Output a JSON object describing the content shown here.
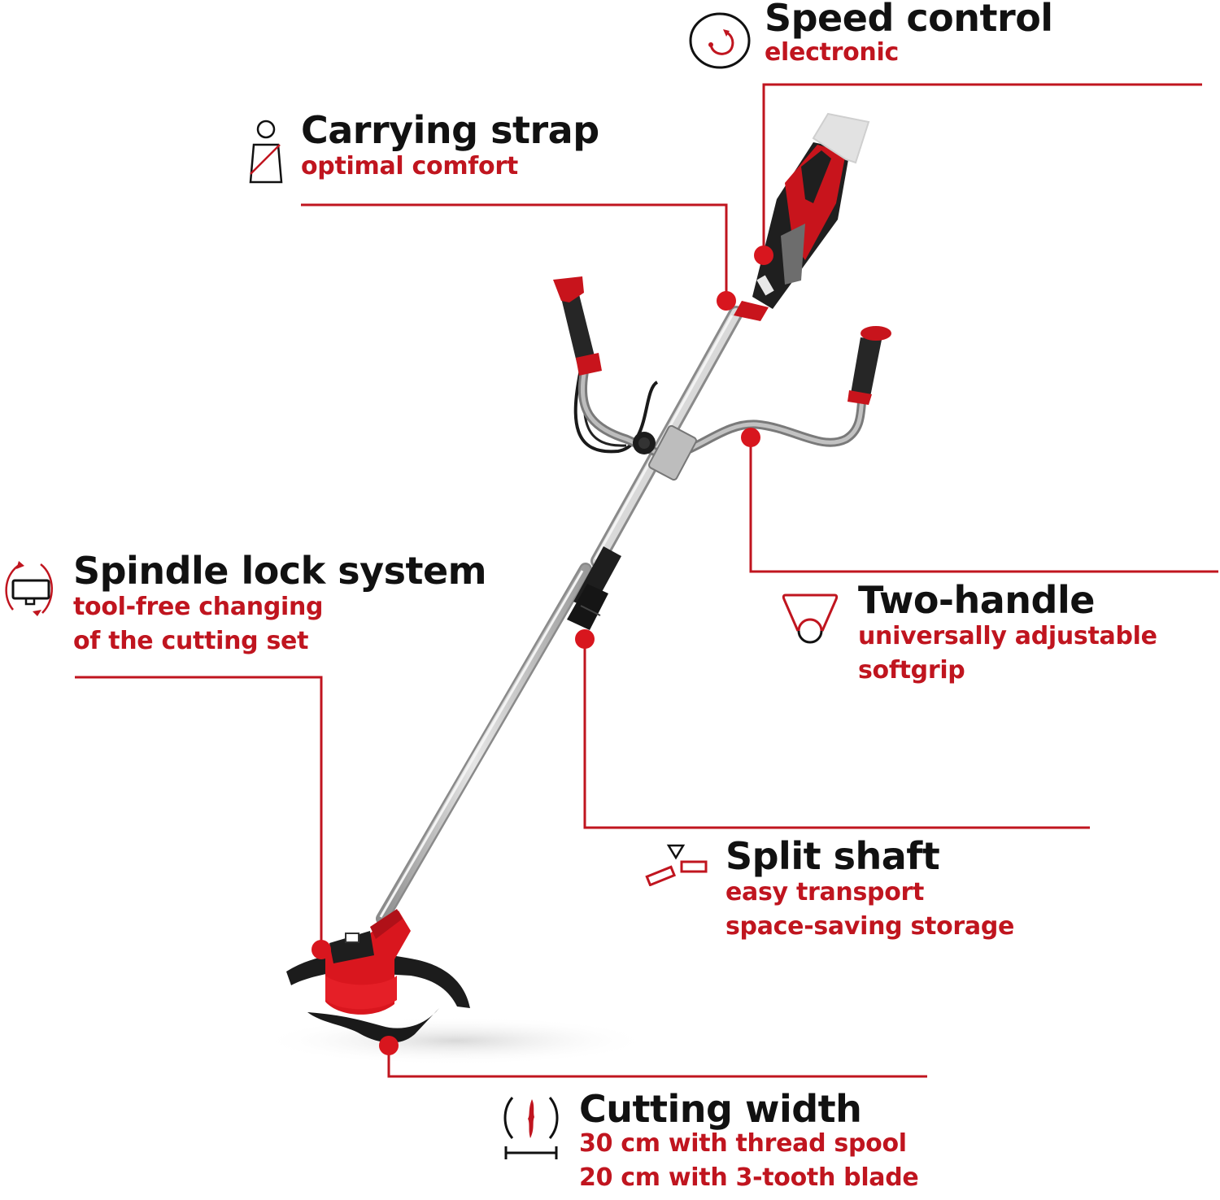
{
  "accent_color": "#c0151f",
  "text_color": "#111111",
  "product": "cordless brush cutter / grass trimmer",
  "features": [
    {
      "id": "speed-control",
      "icon": "speed-dial-icon",
      "title": "Speed control",
      "lines": [
        "electronic"
      ]
    },
    {
      "id": "carrying-strap",
      "icon": "person-strap-icon",
      "title": "Carrying strap",
      "lines": [
        "optimal comfort"
      ]
    },
    {
      "id": "spindle-lock",
      "icon": "spindle-rotate-icon",
      "title": "Spindle lock system",
      "lines": [
        "tool-free changing",
        "of the cutting set"
      ]
    },
    {
      "id": "two-handle",
      "icon": "two-handle-icon",
      "title": "Two-handle",
      "lines": [
        "universally adjustable",
        "softgrip"
      ]
    },
    {
      "id": "split-shaft",
      "icon": "split-shaft-icon",
      "title": "Split shaft",
      "lines": [
        "easy transport",
        "space-saving storage"
      ]
    },
    {
      "id": "cutting-width",
      "icon": "cutting-width-icon",
      "title": "Cutting width",
      "lines": [
        "30 cm with thread spool",
        "20 cm with 3-tooth blade"
      ]
    }
  ]
}
